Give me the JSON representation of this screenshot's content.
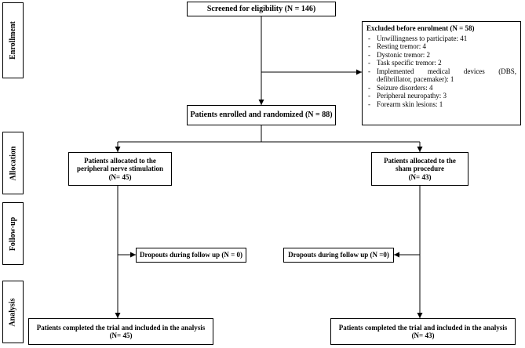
{
  "stages": {
    "enrollment": "Enrollment",
    "allocation": "Allocation",
    "followup": "Follow-up",
    "analysis": "Analysis"
  },
  "screened": "Screened for eligibility (N = 146)",
  "excluded": {
    "title": "Excluded before enrolment (N = 58)",
    "items": [
      "Unwillingness to participate: 41",
      "Resting tremor: 4",
      "Dystonic tremor: 2",
      "Task specific tremor: 2",
      "Implemented medical devices (DBS, defibrillator, pacemaker): 1",
      "Seizure disorders: 4",
      "Peripheral neuropathy: 3",
      "Forearm skin lesions: 1"
    ]
  },
  "enrolled": "Patients enrolled and randomized (N = 88)",
  "left_arm": {
    "line1": "Patients allocated to the",
    "line2": "peripheral nerve stimulation",
    "line3": "(N= 45)",
    "dropouts": "Dropouts during follow up (N = 0)",
    "completed": "Patients completed the trial and included in the analysis (N= 45)"
  },
  "right_arm": {
    "line1": "Patients allocated to the",
    "line2": "sham procedure",
    "line3": "(N= 43)",
    "dropouts": "Dropouts during follow up (N =0)",
    "completed": "Patients completed the trial and included in the analysis (N= 43)"
  }
}
